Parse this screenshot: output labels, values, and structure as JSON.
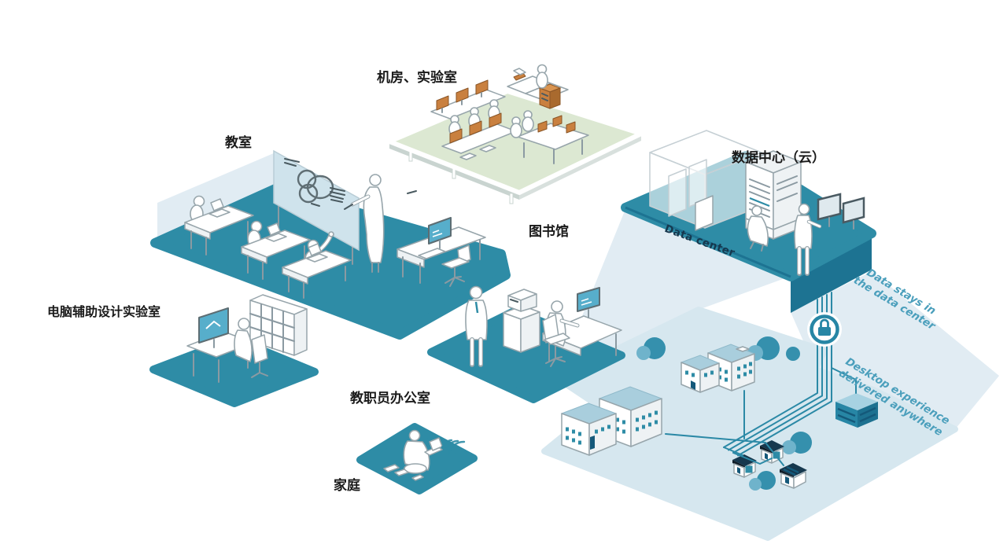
{
  "labels": {
    "computer_lab": "机房、实验室",
    "classroom": "教室",
    "data_center": "数据中心（云）",
    "library": "图书馆",
    "cad_lab": "电脑辅助设计实验室",
    "staff_office": "教职员办公室",
    "home": "家庭"
  },
  "platform_caption": "Data center",
  "annotations": {
    "data_stays": [
      "Data stays in",
      "the data center"
    ],
    "desktop_anywhere": [
      "Desktop experience",
      "delivered anywhere"
    ]
  },
  "icons": {
    "lock": "lock-icon",
    "wifi": "wifi-icon"
  },
  "colors": {
    "teal": "#2E8CA6",
    "teal_dark": "#1D7392",
    "line": "#2B89A6",
    "screen": "#57AECB",
    "lab_floor": "#DCE8D2",
    "beam": "#DCE9F1",
    "map": "#D6E7EF",
    "tree": "#3590AD",
    "tree_light": "#6FB3CB",
    "orange": "#C9803F",
    "navy": "#16384E",
    "roof": "#A9CEDD",
    "annotation": "#4B9FBC",
    "ink": "#1A1A1A",
    "outline": "#97A5AB"
  }
}
